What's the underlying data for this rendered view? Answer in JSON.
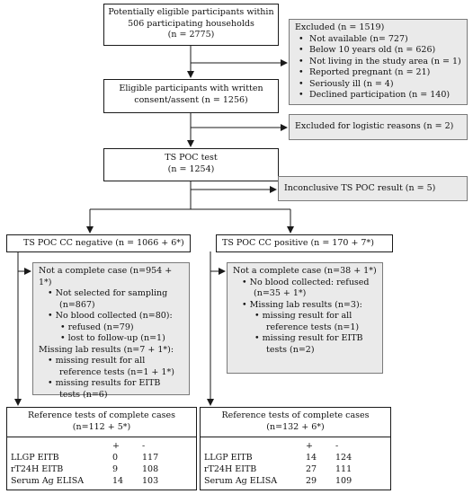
{
  "top_box": {
    "lines": [
      "Potentially eligible participants within",
      "506 participating households",
      "(n = 2775)"
    ]
  },
  "excluded_1": {
    "title": "Excluded (n = 1519)",
    "items": [
      "Not available (n= 727)",
      "Below 10 years old (n = 626)",
      "Not living in the study area (n = 1)",
      "Reported pregnant (n = 21)",
      "Seriously ill (n = 4)",
      "Declined participation (n = 140)"
    ]
  },
  "eligible_box": {
    "lines": [
      "Eligible participants with written",
      "consent/assent (n = 1256)"
    ]
  },
  "excluded_2": {
    "text": "Excluded for logistic reasons (n = 2)"
  },
  "test_box": {
    "lines": [
      "TS POC test",
      "(n = 1254)"
    ]
  },
  "inconclusive": {
    "text": "Inconclusive TS POC result (n = 5)"
  },
  "negative": {
    "header": "TS POC CC negative (n = 1066 + 6*)",
    "not_complete": {
      "title": "Not a complete case (n=954 + 1*)",
      "not_selected": "Not selected for sampling (n=867)",
      "no_blood": "No blood collected (n=80):",
      "no_blood_items": [
        "refused (n=79)",
        "lost to follow-up (n=1)"
      ],
      "missing_lab": "Missing lab results (n=7 + 1*):",
      "missing_items": [
        "missing result for all reference tests (n=1 + 1*)",
        "missing results for EITB tests (n=6)"
      ]
    },
    "reference": {
      "title_lines": [
        "Reference tests of complete cases",
        "(n=112 + 5*)"
      ],
      "col_pos": "+",
      "col_neg": "-",
      "rows": [
        {
          "label": "LLGP EITB",
          "pos": "0",
          "neg": "117"
        },
        {
          "label": "rT24H EITB",
          "pos": "9",
          "neg": "108"
        },
        {
          "label": "Serum Ag ELISA",
          "pos": "14",
          "neg": "103"
        }
      ]
    }
  },
  "positive": {
    "header": "TS POC CC positive (n = 170 + 7*)",
    "not_complete": {
      "title": "Not a complete case (n=38 + 1*)",
      "no_blood": "No blood collected: refused (n=35 + 1*)",
      "missing_lab": "Missing lab results (n=3):",
      "missing_items": [
        "missing result for all reference tests (n=1)",
        "missing result for EITB tests (n=2)"
      ]
    },
    "reference": {
      "title_lines": [
        "Reference tests of complete cases",
        "(n=132 + 6*)"
      ],
      "col_pos": "+",
      "col_neg": "-",
      "rows": [
        {
          "label": "LLGP EITB",
          "pos": "14",
          "neg": "124"
        },
        {
          "label": "rT24H EITB",
          "pos": "27",
          "neg": "111"
        },
        {
          "label": "Serum Ag ELISA",
          "pos": "29",
          "neg": "109"
        }
      ]
    }
  }
}
